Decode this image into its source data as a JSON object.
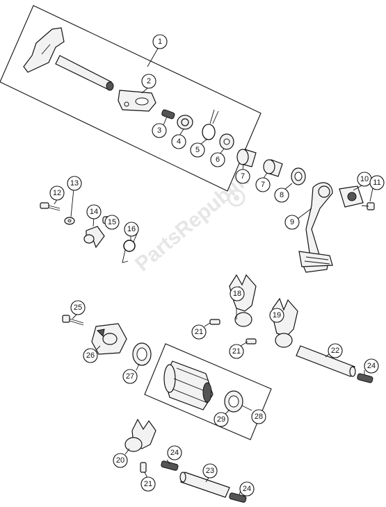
{
  "watermark": "PartsRepublik",
  "callouts": [
    "1",
    "2",
    "3",
    "4",
    "5",
    "6",
    "7",
    "7",
    "8",
    "9",
    "10",
    "11",
    "12",
    "13",
    "14",
    "15",
    "16",
    "18",
    "19",
    "21",
    "21",
    "22",
    "24",
    "25",
    "26",
    "27",
    "28",
    "29",
    "20",
    "24",
    "21",
    "23",
    "24"
  ]
}
